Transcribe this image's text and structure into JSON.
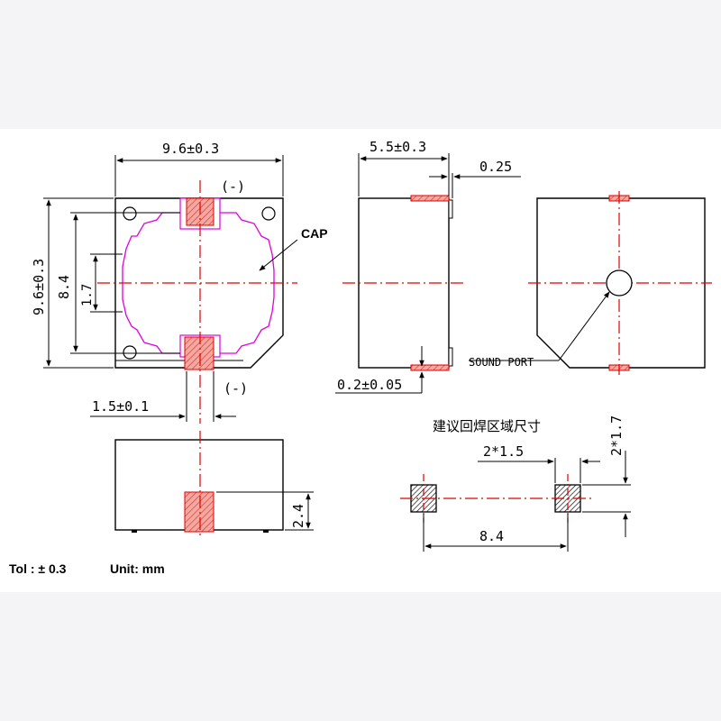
{
  "top_view": {
    "width_dim": "9.6±0.3",
    "height_dim": "9.6±0.3",
    "inner_dim": "8.4",
    "small_dim": "1.7",
    "pin_offset_dim": "1.5±0.1",
    "neg_top_label": "(-)",
    "neg_bottom_label": "(-)",
    "cap_label": "CAP"
  },
  "side_view": {
    "width_dim": "5.5±0.3",
    "gap_dim": "0.25",
    "bottom_dim": "0.2±0.05"
  },
  "right_view": {
    "sound_port_label": "SOUND PORT"
  },
  "front_view": {
    "height_dim": "2.4"
  },
  "pad_layout": {
    "title": "建议回焊区域尺寸",
    "pad_width_dim": "2*1.5",
    "pad_height_dim": "2*1.7",
    "pitch_dim": "8.4"
  },
  "footer": {
    "tolerance": "Tol : ± 0.3",
    "unit": "Unit: mm"
  },
  "colors": {
    "outline": "#000000",
    "centerline": "#e00000",
    "cap": "#e000e0",
    "pad_fill": "#f4a8a0",
    "band": "#f4f4f6"
  }
}
